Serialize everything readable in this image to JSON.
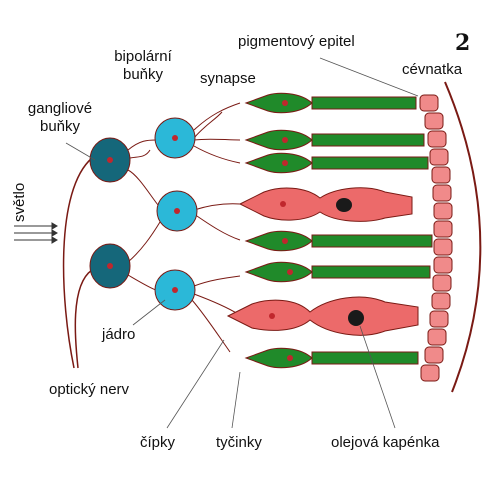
{
  "figure_number": "2",
  "labels": {
    "bipolar_line1": "bipolární",
    "bipolar_line2": "buňky",
    "ganglion_line1": "gangliové",
    "ganglion_line2": "buňky",
    "synapse": "synapse",
    "pigment_epithelium": "pigmentový epitel",
    "choroid": "cévnatka",
    "light": "světlo",
    "nucleus": "jádro",
    "optic_nerve": "optický nerv",
    "cones": "čípky",
    "rods": "tyčinky",
    "oil_droplet": "olejová kapénka"
  },
  "colors": {
    "ganglion_cell": "#15677a",
    "bipolar_cell": "#2bb8d8",
    "rod": "#208a2a",
    "cone": "#ec6a6a",
    "pigment_cell": "#f08a8a",
    "nucleus": "#c0272d",
    "outline": "#7a1a14",
    "oil_droplet": "#1a1a1a"
  }
}
